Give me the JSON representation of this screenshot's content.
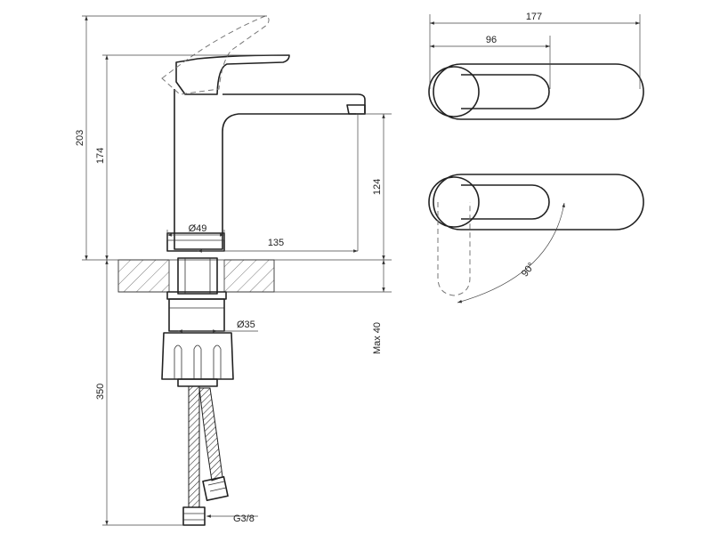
{
  "dimensions": {
    "overall_height": "203",
    "spout_height": "174",
    "outlet_height": "124",
    "base_diameter": "Ø49",
    "reach": "135",
    "shank_diameter": "Ø35",
    "max_thickness": "Max 40",
    "hose_length": "350",
    "connection": "G3/8",
    "top_length": "177",
    "handle_length": "96",
    "rotation_angle": "90°"
  }
}
